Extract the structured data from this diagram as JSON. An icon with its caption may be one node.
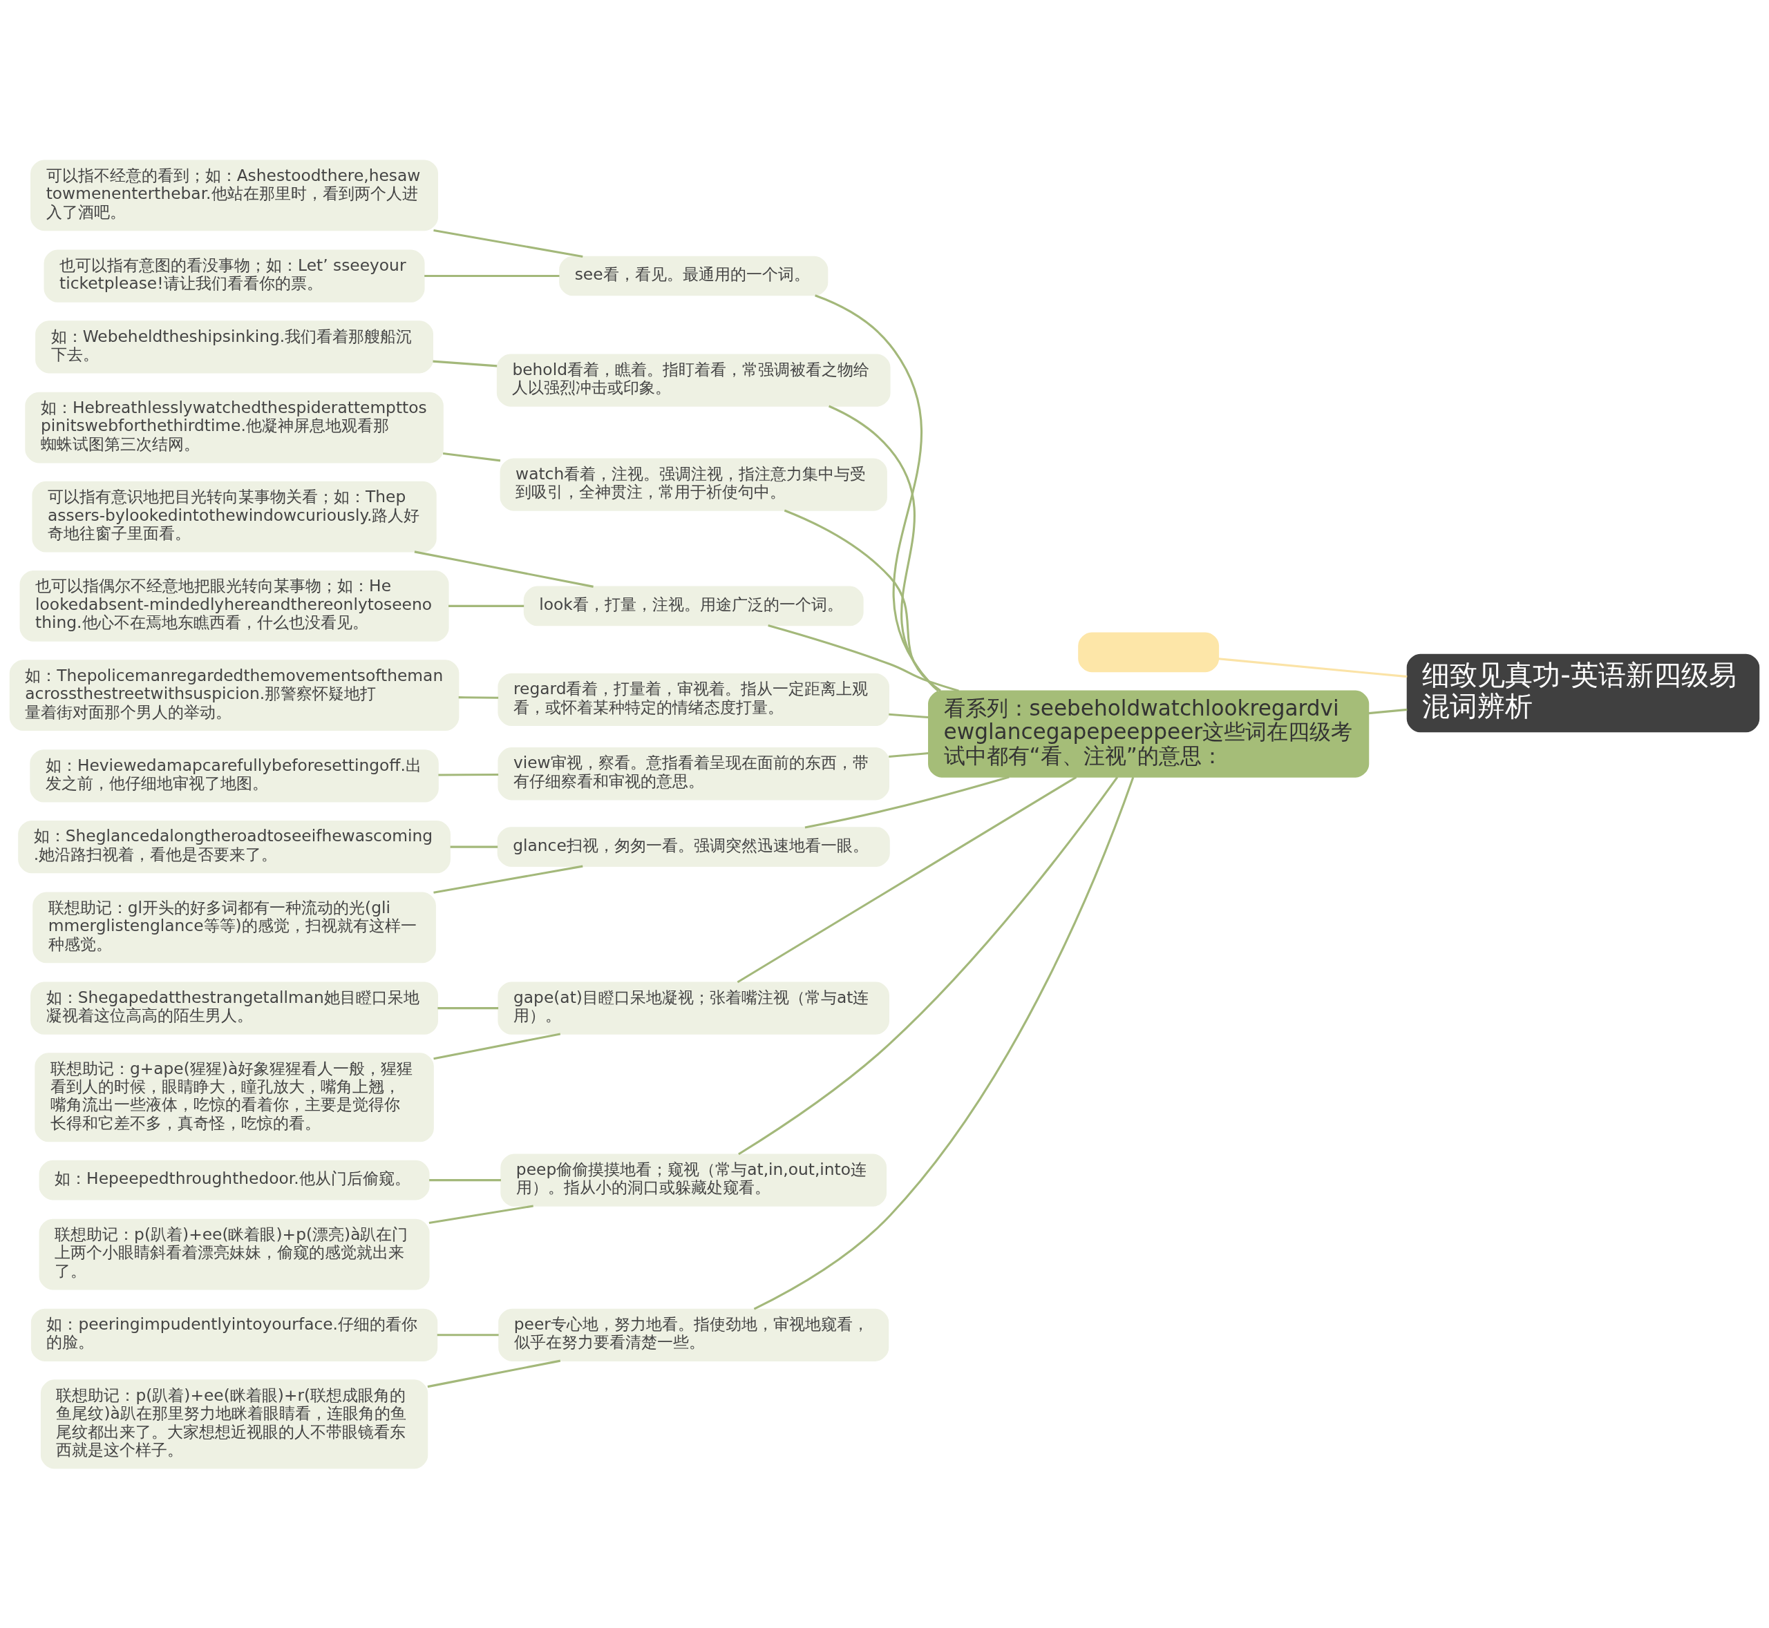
{
  "diagram": {
    "nodes": [
      {
        "text": [
          "细致见真功-英语新四级易混词辨析"
        ]
      },
      {
        "text": [],
        "shape": "box"
      },
      {
        "text": [
          "看系列：seebeholdwatchlookregardviewglancegapepeeppeer这些词在四级考试中都有“看、注视”的意思："
        ]
      },
      {
        "text": [
          "see看，看见。最通用的一个词。"
        ]
      },
      {
        "text": [
          "可以指不经意的看到；如：Ashestoodthere,hesawtowmenenterthebar.他站在那里时，看到两个人进入了酒吧。"
        ]
      },
      {
        "text": [
          "也可以指有意图的看没事物；如：Let’ sseeyourticketplease!请让我们看看你的票。"
        ]
      },
      {
        "text": [
          "behold看着，瞧着。指盯着看，常强调被看之物给人以强烈冲击或印象。"
        ]
      },
      {
        "text": [
          "如：Webeheldtheshipsinking.我们看着那艘船沉下去。"
        ]
      },
      {
        "text": [
          "watch看着，注视。强调注视，指注意力集中与受到吸引，全神贯注，常用于祈使句中。"
        ]
      },
      {
        "text": [
          "如：Hebreathlesslywatchedthespiderattempttospinitswebforthethirdtime.他凝神屏息地观看那蜘蛛试图第三次结网。"
        ]
      },
      {
        "text": [
          "look看，打量，注视。用途广泛的一个词。"
        ]
      },
      {
        "text": [
          "可以指有意识地把目光转向某事物关看；如：Thepassers-bylookedintothewindowcuriously.路人好奇地往窗子里面看。"
        ]
      },
      {
        "text": [
          "也可以指偶尔不经意地把眼光转向某事物；如：Helookedabsent-mindedlyhereandthereonlytoseenothing.他心不在焉地东瞧西看，什么也没看见。"
        ]
      },
      {
        "text": [
          "regard看着，打量着，审视着。指从一定距离上观看，或怀着某种特定的情绪态度打量。"
        ]
      },
      {
        "text": [
          "如：Thepolicemanregardedthemovementsofthemanacrossthestreetwithsuspicion.那警察怀疑地打量着街对面那个男人的举动。"
        ]
      },
      {
        "text": [
          "view审视，察看。意指看着呈现在面前的东西，带有仔细察看和审视的意思。"
        ]
      },
      {
        "text": [
          "如：Heviewedamapcarefullybeforesettingoff.出发之前，他仔细地审视了地图。"
        ]
      },
      {
        "text": [
          "glance扫视，匆匆一看。强调突然迅速地看一眼。"
        ]
      },
      {
        "text": [
          "如：Sheglancedalongtheroadtoseeifhewascoming.她沿路扫视着，看他是否要来了。"
        ]
      },
      {
        "text": [
          "联想助记：gl开头的好多词都有一种流动的光(glimmerglistenglance等等)的感觉，扫视就有这样一种感觉。"
        ]
      },
      {
        "text": [
          "gape(at)目瞪口呆地凝视；张着嘴注视（常与at连用）。"
        ]
      },
      {
        "text": [
          "如：Shegapedatthestrangetallman她目瞪口呆地凝视着这位高高的陌生男人。"
        ]
      },
      {
        "text": [
          "联想助记：g+ape(猩猩)à好象猩猩看人一般，猩猩看到人的时候，眼睛睁大，瞳孔放大，嘴角上翘，嘴角流出一些液体，吃惊的看着你，主要是觉得你长得和它差不多，真奇怪，吃惊的看。"
        ]
      },
      {
        "text": [
          "peep偷偷摸摸地看；窥视（常与at,in,out,into连用）。指从小的洞口或躲藏处窥看。"
        ]
      },
      {
        "text": [
          "如：Hepeepedthroughthedoor.他从门后偷窥。"
        ]
      },
      {
        "text": [
          "联想助记：p(趴着)+ee(眯着眼)+p(漂亮)à趴在门上两个小眼睛斜看着漂亮妹妹，偷窥的感觉就出来了。"
        ]
      },
      {
        "text": [
          "peer专心地，努力地看。指使劲地，审视地窥看，似乎在努力要看清楚一些。"
        ]
      },
      {
        "text": [
          "如：peeringimpudentlyintoyourface.仔细的看你的脸。"
        ]
      },
      {
        "text": [
          "联想助记：p(趴着)+ee(眯着眼)+r(联想成眼角的鱼尾纹)à趴在那里努力地眯着眼睛看，连眼角的鱼尾纹都出来了。大家想想近视眼的人不带眼镜看东西就是这个样子。"
        ]
      }
    ],
    "edges": [
      {
        "from": 0,
        "to": 1,
        "arrow": "none",
        "color": "#fbe3a6"
      },
      {
        "from": 0,
        "to": 2,
        "arrow": "none"
      },
      {
        "from": 2,
        "to": 3,
        "arrow": "none"
      },
      {
        "from": 3,
        "to": 4,
        "arrow": "none"
      },
      {
        "from": 3,
        "to": 5,
        "arrow": "none"
      },
      {
        "from": 2,
        "to": 6,
        "arrow": "none"
      },
      {
        "from": 6,
        "to": 7,
        "arrow": "none"
      },
      {
        "from": 2,
        "to": 8,
        "arrow": "none"
      },
      {
        "from": 8,
        "to": 9,
        "arrow": "none"
      },
      {
        "from": 2,
        "to": 10,
        "arrow": "none"
      },
      {
        "from": 10,
        "to": 11,
        "arrow": "none"
      },
      {
        "from": 10,
        "to": 12,
        "arrow": "none"
      },
      {
        "from": 2,
        "to": 13,
        "arrow": "none"
      },
      {
        "from": 13,
        "to": 14,
        "arrow": "none"
      },
      {
        "from": 2,
        "to": 15,
        "arrow": "none"
      },
      {
        "from": 15,
        "to": 16,
        "arrow": "none"
      },
      {
        "from": 2,
        "to": 17,
        "arrow": "none"
      },
      {
        "from": 17,
        "to": 18,
        "arrow": "none"
      },
      {
        "from": 17,
        "to": 19,
        "arrow": "none"
      },
      {
        "from": 2,
        "to": 20,
        "arrow": "none"
      },
      {
        "from": 20,
        "to": 21,
        "arrow": "none"
      },
      {
        "from": 20,
        "to": 22,
        "arrow": "none"
      },
      {
        "from": 2,
        "to": 23,
        "arrow": "none"
      },
      {
        "from": 23,
        "to": 24,
        "arrow": "none"
      },
      {
        "from": 23,
        "to": 25,
        "arrow": "none"
      },
      {
        "from": 2,
        "to": 26,
        "arrow": "none"
      },
      {
        "from": 26,
        "to": 27,
        "arrow": "none"
      },
      {
        "from": 26,
        "to": 28,
        "arrow": "none"
      }
    ]
  }
}
